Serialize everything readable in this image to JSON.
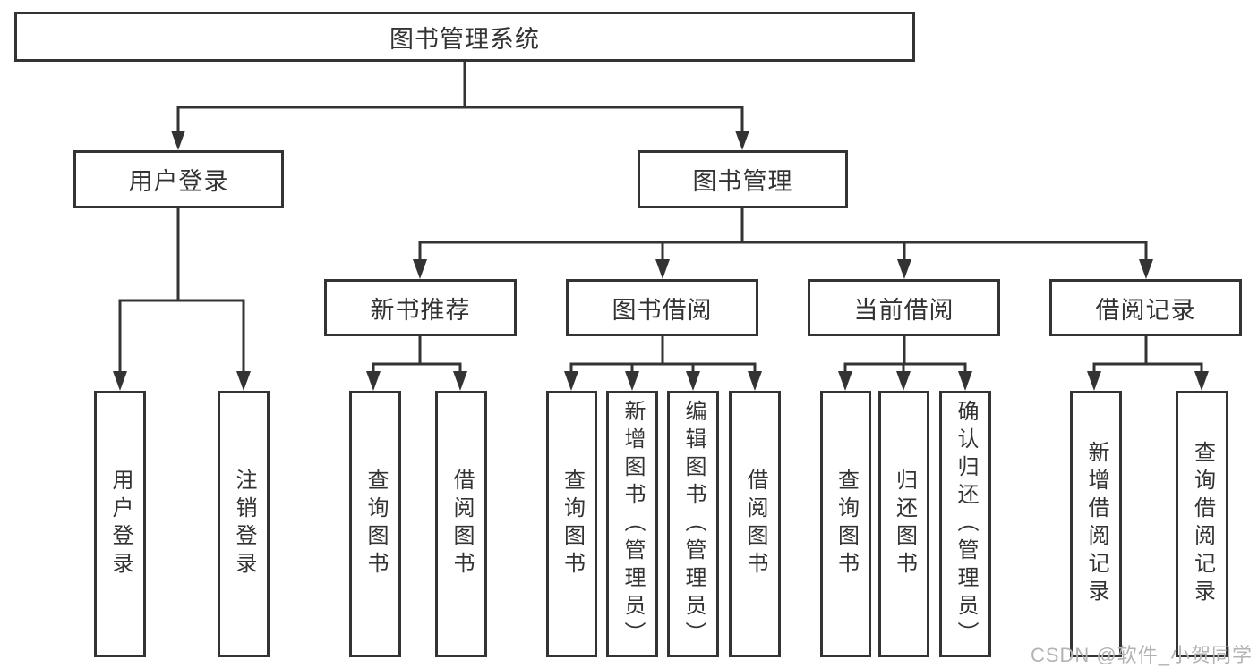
{
  "diagram": {
    "type": "tree",
    "title": "图书管理系统",
    "watermark": "CSDN @软件_小贺同学",
    "colors": {
      "line": "#333333",
      "border": "#333333",
      "text": "#333333",
      "watermark": "#b3b3b3",
      "background": "#ffffff"
    },
    "nodes": {
      "root": {
        "label": "图书管理系统"
      },
      "user_login": {
        "label": "用户登录"
      },
      "book_mgmt": {
        "label": "图书管理"
      },
      "new_book": {
        "label": "新书推荐"
      },
      "book_borrow": {
        "label": "图书借阅"
      },
      "current_borrow": {
        "label": "当前借阅"
      },
      "borrow_record": {
        "label": "借阅记录"
      },
      "leaves": {
        "user_login_leaf": "用户登录",
        "logout": "注销登录",
        "nb_query": "查询图书",
        "nb_borrow": "借阅图书",
        "bw_query": "查询图书",
        "bw_add": "新增图书（管理员）",
        "bw_edit": "编辑图书（管理员）",
        "bw_borrow": "借阅图书",
        "cur_query": "查询图书",
        "cur_return": "归还图书",
        "cur_confirm": "确认归还（管理员）",
        "rec_add": "新增借阅记录",
        "rec_query": "查询借阅记录"
      }
    },
    "hierarchy": {
      "图书管理系统": [
        "用户登录",
        "图书管理"
      ],
      "用户登录": [
        "用户登录",
        "注销登录"
      ],
      "图书管理": [
        "新书推荐",
        "图书借阅",
        "当前借阅",
        "借阅记录"
      ],
      "新书推荐": [
        "查询图书",
        "借阅图书"
      ],
      "图书借阅": [
        "查询图书",
        "新增图书（管理员）",
        "编辑图书（管理员）",
        "借阅图书"
      ],
      "当前借阅": [
        "查询图书",
        "归还图书",
        "确认归还（管理员）"
      ],
      "借阅记录": [
        "新增借阅记录",
        "查询借阅记录"
      ]
    }
  }
}
